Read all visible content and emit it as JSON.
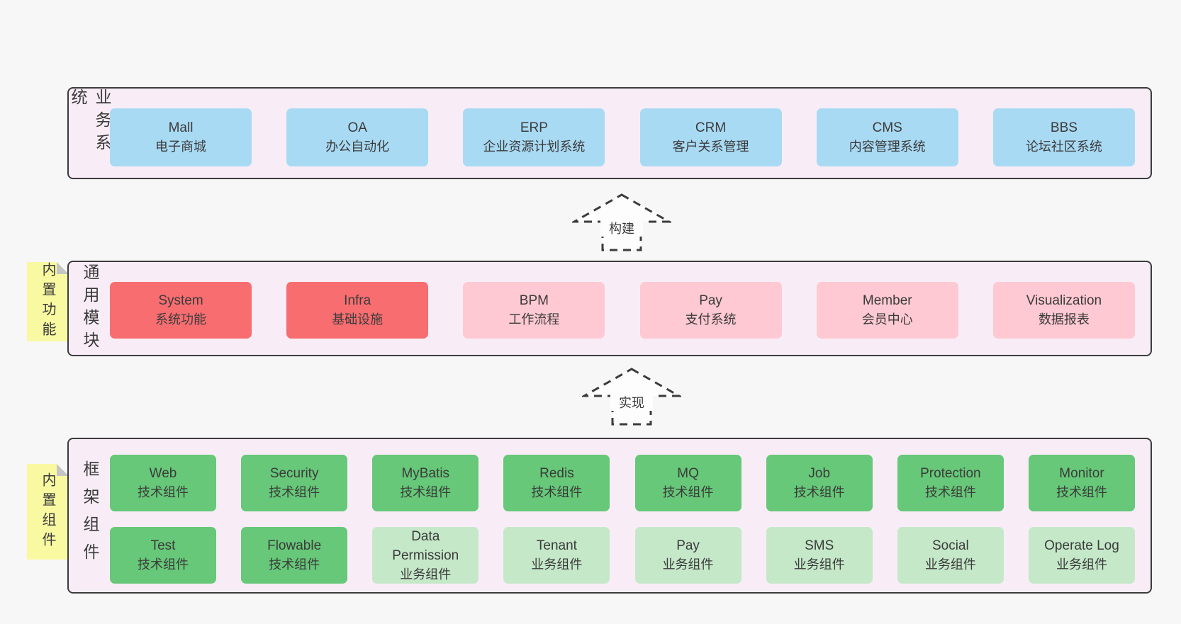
{
  "diagram": {
    "panels": {
      "business": {
        "label": "业务系统",
        "boxes": [
          {
            "name": "Mall",
            "desc": "电子商城"
          },
          {
            "name": "OA",
            "desc": "办公自动化"
          },
          {
            "name": "ERP",
            "desc": "企业资源计划系统"
          },
          {
            "name": "CRM",
            "desc": "客户关系管理"
          },
          {
            "name": "CMS",
            "desc": "内容管理系统"
          },
          {
            "name": "BBS",
            "desc": "论坛社区系统"
          }
        ]
      },
      "common": {
        "label": "通用模块",
        "note": "内置功能",
        "boxes": [
          {
            "name": "System",
            "desc": "系统功能",
            "emphasis": true
          },
          {
            "name": "Infra",
            "desc": "基础设施",
            "emphasis": true
          },
          {
            "name": "BPM",
            "desc": "工作流程",
            "emphasis": false
          },
          {
            "name": "Pay",
            "desc": "支付系统",
            "emphasis": false
          },
          {
            "name": "Member",
            "desc": "会员中心",
            "emphasis": false
          },
          {
            "name": "Visualization",
            "desc": "数据报表",
            "emphasis": false
          }
        ]
      },
      "framework": {
        "label": "框架组件",
        "note": "内置组件",
        "rows": [
          [
            {
              "name": "Web",
              "desc": "技术组件"
            },
            {
              "name": "Security",
              "desc": "技术组件"
            },
            {
              "name": "MyBatis",
              "desc": "技术组件"
            },
            {
              "name": "Redis",
              "desc": "技术组件"
            },
            {
              "name": "MQ",
              "desc": "技术组件"
            },
            {
              "name": "Job",
              "desc": "技术组件"
            },
            {
              "name": "Protection",
              "desc": "技术组件"
            },
            {
              "name": "Monitor",
              "desc": "技术组件"
            }
          ],
          [
            {
              "name": "Test",
              "desc": "技术组件"
            },
            {
              "name": "Flowable",
              "desc": "技术组件"
            },
            {
              "name": "Data Permission",
              "desc": "业务组件"
            },
            {
              "name": "Tenant",
              "desc": "业务组件"
            },
            {
              "name": "Pay",
              "desc": "业务组件"
            },
            {
              "name": "SMS",
              "desc": "业务组件"
            },
            {
              "name": "Social",
              "desc": "业务组件"
            },
            {
              "name": "Operate Log",
              "desc": "业务组件"
            }
          ]
        ]
      }
    },
    "arrows": [
      {
        "label": "构建"
      },
      {
        "label": "实现"
      }
    ],
    "colors": {
      "page_bg": "#f7f7f7",
      "panel_bg": "#f8edf6",
      "panel_border": "#3c3c3c",
      "business_box": "#a9daf4",
      "core_module_box": "#f76d70",
      "optional_module_box": "#fec9d2",
      "tech_component_box": "#66c878",
      "biz_component_box": "#c5e8c9",
      "sticky_note": "#f9f9a2",
      "note_fold": "#c5c5c5",
      "text": "#3b3b3b"
    }
  }
}
